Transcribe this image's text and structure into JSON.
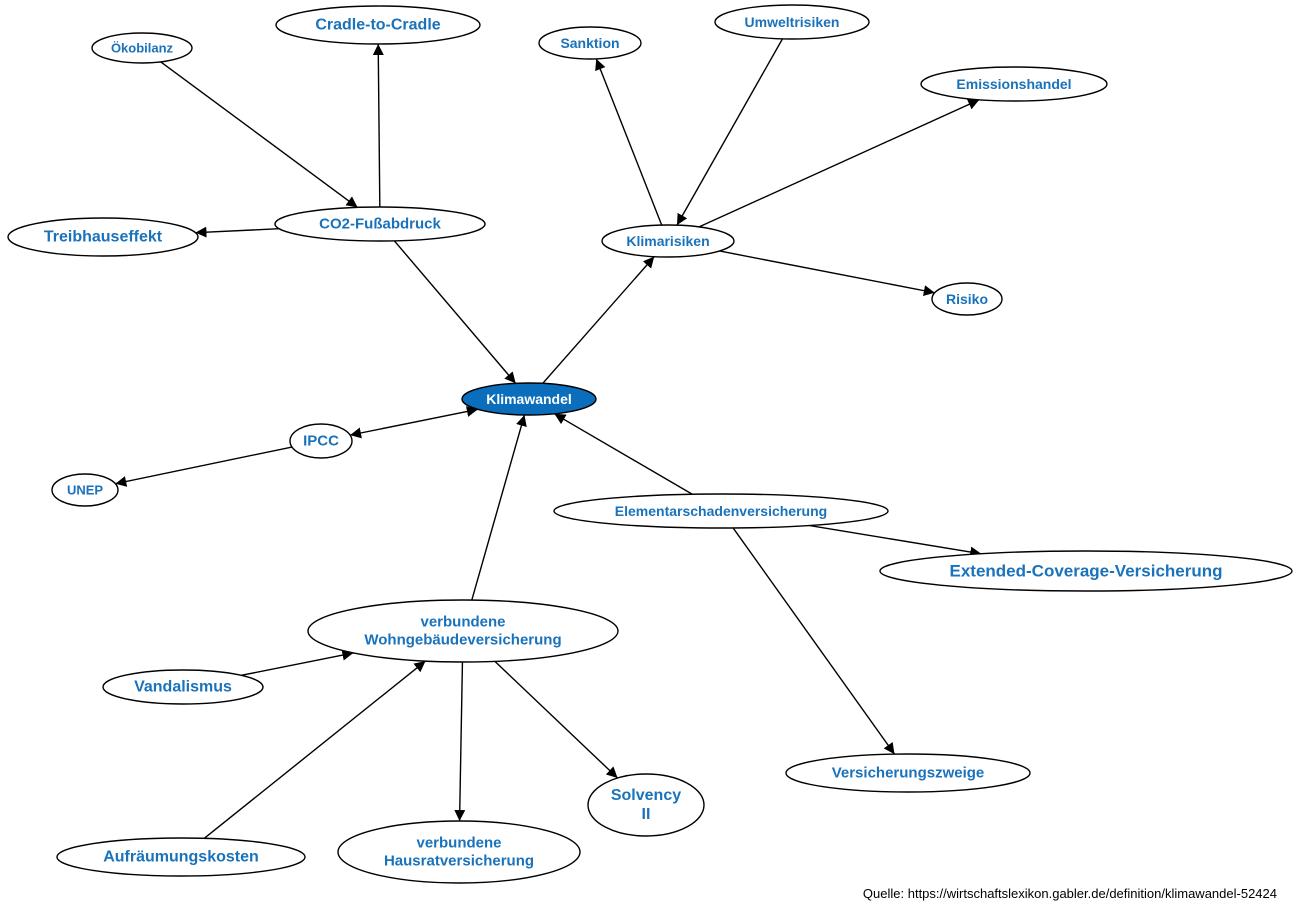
{
  "diagram": {
    "nodes": [
      {
        "id": "klimawandel",
        "label": "Klimawandel",
        "focus": true
      },
      {
        "id": "oekobilanz",
        "label": "Ökobilanz"
      },
      {
        "id": "cradle",
        "label": "Cradle-to-Cradle"
      },
      {
        "id": "sanktion",
        "label": "Sanktion"
      },
      {
        "id": "umweltrisiken",
        "label": "Umweltrisiken"
      },
      {
        "id": "emissionshandel",
        "label": "Emissionshandel"
      },
      {
        "id": "treibhauseffekt",
        "label": "Treibhauseffekt"
      },
      {
        "id": "co2",
        "label": "CO2-Fußabdruck"
      },
      {
        "id": "klimarisiken",
        "label": "Klimarisiken"
      },
      {
        "id": "risiko",
        "label": "Risiko"
      },
      {
        "id": "ipcc",
        "label": "IPCC"
      },
      {
        "id": "unep",
        "label": "UNEP"
      },
      {
        "id": "elementar",
        "label": "Elementarschadenversicherung"
      },
      {
        "id": "extended",
        "label": "Extended-Coverage-Versicherung"
      },
      {
        "id": "wohngebaeude",
        "label": "verbundene\nWohngebäudeversicherung"
      },
      {
        "id": "vandalismus",
        "label": "Vandalismus"
      },
      {
        "id": "versicherungszweige",
        "label": "Versicherungszweige"
      },
      {
        "id": "solvency",
        "label": "Solvency\nII"
      },
      {
        "id": "aufraeumung",
        "label": "Aufräumungskosten"
      },
      {
        "id": "hausrat",
        "label": "verbundene\nHausratversicherung"
      }
    ],
    "edges": [
      {
        "from": "oekobilanz",
        "to": "co2"
      },
      {
        "from": "co2",
        "to": "cradle"
      },
      {
        "from": "co2",
        "to": "treibhauseffekt"
      },
      {
        "from": "co2",
        "to": "klimawandel"
      },
      {
        "from": "klimawandel",
        "to": "klimarisiken"
      },
      {
        "from": "klimarisiken",
        "to": "sanktion"
      },
      {
        "from": "umweltrisiken",
        "to": "klimarisiken"
      },
      {
        "from": "klimarisiken",
        "to": "emissionshandel"
      },
      {
        "from": "klimarisiken",
        "to": "risiko"
      },
      {
        "from": "ipcc",
        "to": "klimawandel",
        "bidirectional": true
      },
      {
        "from": "ipcc",
        "to": "unep"
      },
      {
        "from": "elementar",
        "to": "klimawandel"
      },
      {
        "from": "elementar",
        "to": "extended"
      },
      {
        "from": "elementar",
        "to": "versicherungszweige"
      },
      {
        "from": "wohngebaeude",
        "to": "klimawandel"
      },
      {
        "from": "vandalismus",
        "to": "wohngebaeude"
      },
      {
        "from": "aufraeumung",
        "to": "wohngebaeude"
      },
      {
        "from": "wohngebaeude",
        "to": "hausrat"
      },
      {
        "from": "wohngebaeude",
        "to": "solvency"
      }
    ]
  },
  "source": "Quelle: https://wirtschaftslexikon.gabler.de/definition/klimawandel-52424",
  "colors": {
    "label": "#1a72bb",
    "focus_fill": "#0a6ebd",
    "focus_text": "#ffffff",
    "stroke": "#000000"
  }
}
